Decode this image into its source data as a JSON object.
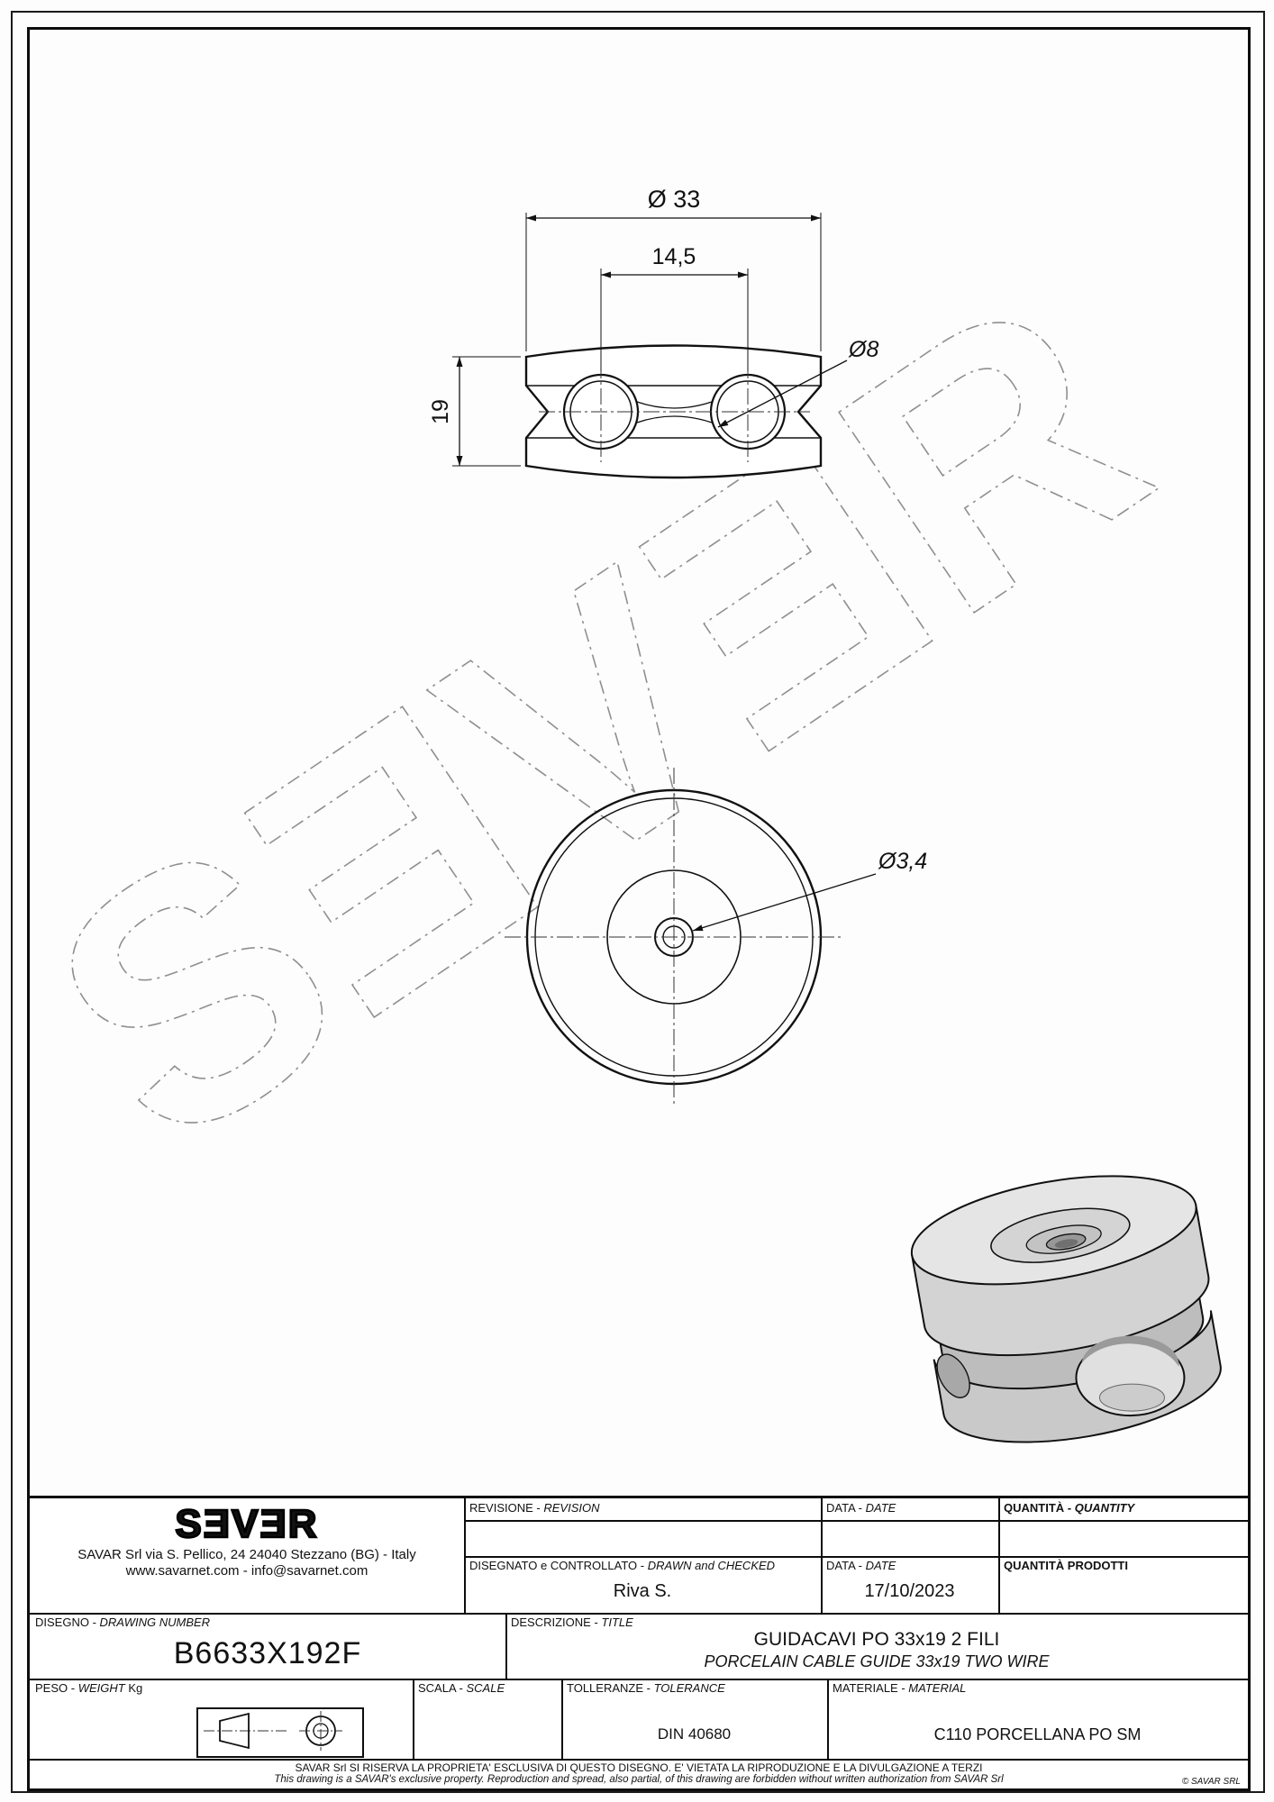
{
  "drawing": {
    "watermark": "SƎVƎR",
    "front_view": {
      "dim_overall_diameter": "Ø 33",
      "dim_hole_spacing": "14,5",
      "dim_hole_diameter": "Ø8",
      "dim_height": "19"
    },
    "top_view": {
      "dim_center_hole_diameter": "Ø3,4"
    }
  },
  "title_block": {
    "logo": "SƎVƎR",
    "address_line1": "SAVAR Srl via S. Pellico, 24  24040 Stezzano (BG) - Italy",
    "address_line2": "www.savarnet.com  -  info@savarnet.com",
    "revision": {
      "label_it": "REVISIONE -",
      "label_en": "REVISION"
    },
    "date_top": {
      "label_it": "DATA -",
      "label_en": "DATE"
    },
    "quantity": {
      "label_it": "QUANTITÀ -",
      "label_en": "QUANTITY"
    },
    "drawn": {
      "label_it": "DISEGNATO e CONTROLLATO -",
      "label_en": "DRAWN and CHECKED",
      "value": "Riva S."
    },
    "date_bottom": {
      "label_it": "DATA -",
      "label_en": "DATE",
      "value": "17/10/2023"
    },
    "quantity_products": {
      "label": "QUANTITÀ  PRODOTTI"
    },
    "drawing_number": {
      "label_it": "DISEGNO -",
      "label_en": "DRAWING NUMBER",
      "value": "B6633X192F"
    },
    "description": {
      "label_it": "DESCRIZIONE -",
      "label_en": "TITLE",
      "value_it": "GUIDACAVI PO 33x19 2 FILI",
      "value_en": "PORCELAIN CABLE GUIDE 33x19 TWO WIRE"
    },
    "weight": {
      "label_it": "PESO -",
      "label_en": "WEIGHT",
      "unit": "Kg"
    },
    "scale": {
      "label_it": "SCALA -",
      "label_en": "SCALE"
    },
    "tolerance": {
      "label_it": "TOLLERANZE -",
      "label_en": "TOLERANCE",
      "value": "DIN 40680"
    },
    "material": {
      "label_it": "MATERIALE -",
      "label_en": "MATERIAL",
      "value": "C110 PORCELLANA PO SM"
    }
  },
  "footer": {
    "line1": "SAVAR Srl SI RISERVA LA PROPRIETA' ESCLUSIVA DI QUESTO DISEGNO. E' VIETATA LA RIPRODUZIONE E LA DIVULGAZIONE A TERZI",
    "line2": "This drawing is a SAVAR's exclusive property. Reproduction and spread, also partial, of this drawing are forbidden without written authorization from SAVAR Srl",
    "copyright": "© SAVAR SRL"
  }
}
